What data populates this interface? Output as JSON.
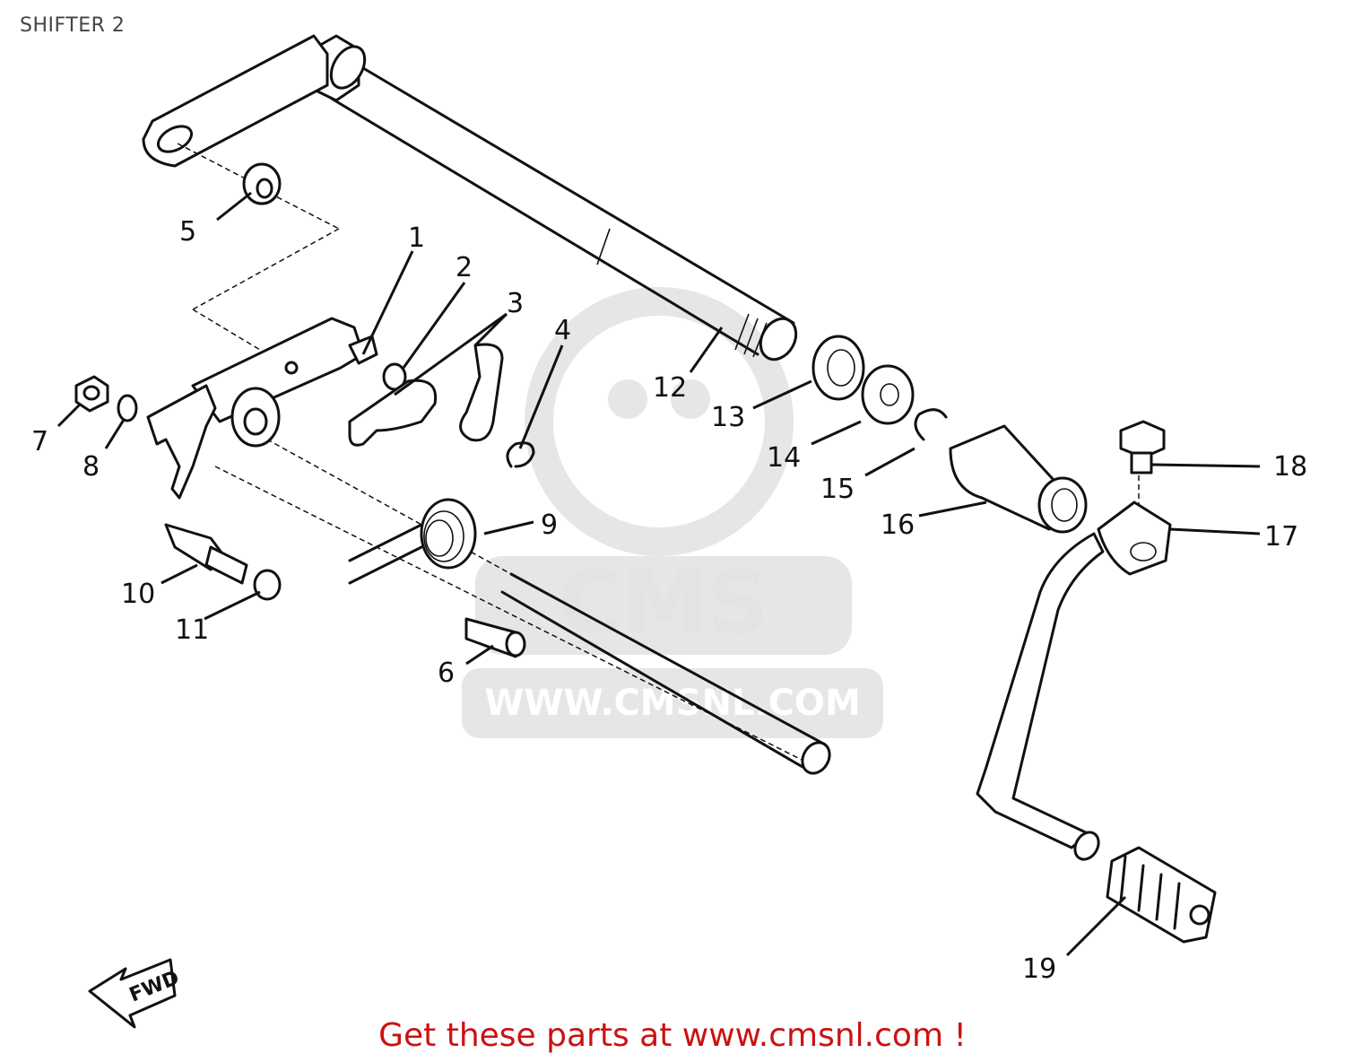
{
  "title": "SHIFTER 2",
  "watermark": {
    "logo_text": "CMS",
    "url_text": "WWW.CMSNL.COM"
  },
  "fwd_arrow_label": "FWD",
  "parts": [
    {
      "num": "1"
    },
    {
      "num": "2"
    },
    {
      "num": "3"
    },
    {
      "num": "4"
    },
    {
      "num": "5"
    },
    {
      "num": "6"
    },
    {
      "num": "7"
    },
    {
      "num": "8"
    },
    {
      "num": "9"
    },
    {
      "num": "10"
    },
    {
      "num": "11"
    },
    {
      "num": "12"
    },
    {
      "num": "13"
    },
    {
      "num": "14"
    },
    {
      "num": "15"
    },
    {
      "num": "16"
    },
    {
      "num": "17"
    },
    {
      "num": "18"
    },
    {
      "num": "19"
    }
  ],
  "footer": {
    "text": "Get these parts at www.cmsnl.com !"
  },
  "colors": {
    "footer_text": "#cc1111",
    "line_art": "#111111",
    "watermark": "#e3e3e3",
    "title_text": "#444444"
  }
}
